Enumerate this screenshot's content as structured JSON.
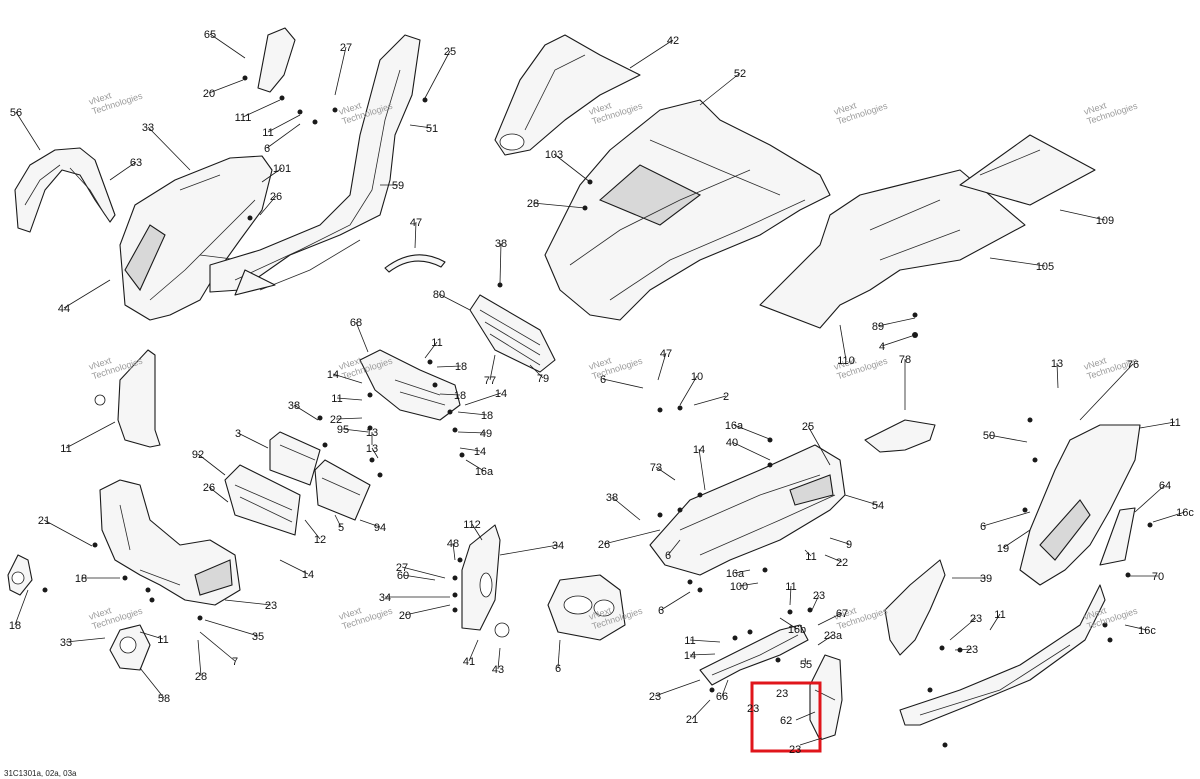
{
  "reference_code": "31C1301a, 02a, 03a",
  "watermark": {
    "line1": "vNext",
    "line2": "Technologies"
  },
  "highlight": {
    "color": "#e0151b",
    "labels": [
      "23",
      "23",
      "62",
      "23"
    ]
  },
  "callouts": [
    "65",
    "27",
    "25",
    "42",
    "52",
    "20",
    "56",
    "111",
    "11",
    "6",
    "51",
    "33",
    "63",
    "101",
    "59",
    "103",
    "26",
    "28",
    "109",
    "47",
    "105",
    "44",
    "38",
    "80",
    "89",
    "4",
    "77",
    "79",
    "110",
    "68",
    "11",
    "47",
    "78",
    "14",
    "18",
    "6",
    "10",
    "76",
    "38",
    "18",
    "2",
    "13",
    "11",
    "14",
    "18",
    "22",
    "49",
    "16a",
    "11",
    "95",
    "14",
    "13",
    "3",
    "40",
    "25",
    "50",
    "11",
    "13",
    "92",
    "16a",
    "73",
    "14",
    "26",
    "38",
    "54",
    "64",
    "21",
    "12",
    "5",
    "94",
    "26",
    "16c",
    "112",
    "6",
    "9",
    "22",
    "6",
    "48",
    "34",
    "27",
    "11",
    "19",
    "18",
    "60",
    "14",
    "16a",
    "100",
    "39",
    "34",
    "20",
    "70",
    "23",
    "6",
    "11",
    "23",
    "67",
    "18",
    "33",
    "35",
    "11",
    "7",
    "41",
    "43",
    "6",
    "11",
    "14",
    "16b",
    "23a",
    "11",
    "23",
    "16c",
    "55",
    "23",
    "23",
    "66",
    "21",
    "58",
    "28"
  ]
}
